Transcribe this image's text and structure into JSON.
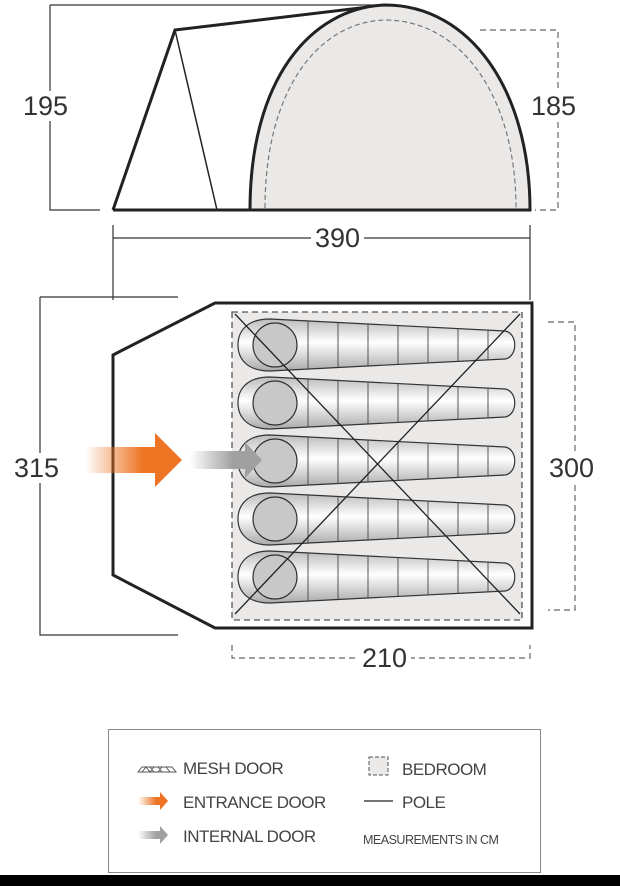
{
  "dimensions": {
    "height_front": "195",
    "height_rear": "185",
    "length_total": "390",
    "width_total": "315",
    "width_bedroom": "300",
    "length_bedroom": "210"
  },
  "sleeping_bags": 5,
  "legend": {
    "mesh_door": "MESH DOOR",
    "entrance_door": "ENTRANCE DOOR",
    "internal_door": "INTERNAL DOOR",
    "bedroom": "BEDROOM",
    "pole": "POLE",
    "units": "MEASUREMENTS IN CM"
  },
  "colors": {
    "entrance": "#ee7423",
    "internal": "#a0a0a0",
    "bedroom_fill": "#ebe9e8",
    "outline": "#222222"
  }
}
